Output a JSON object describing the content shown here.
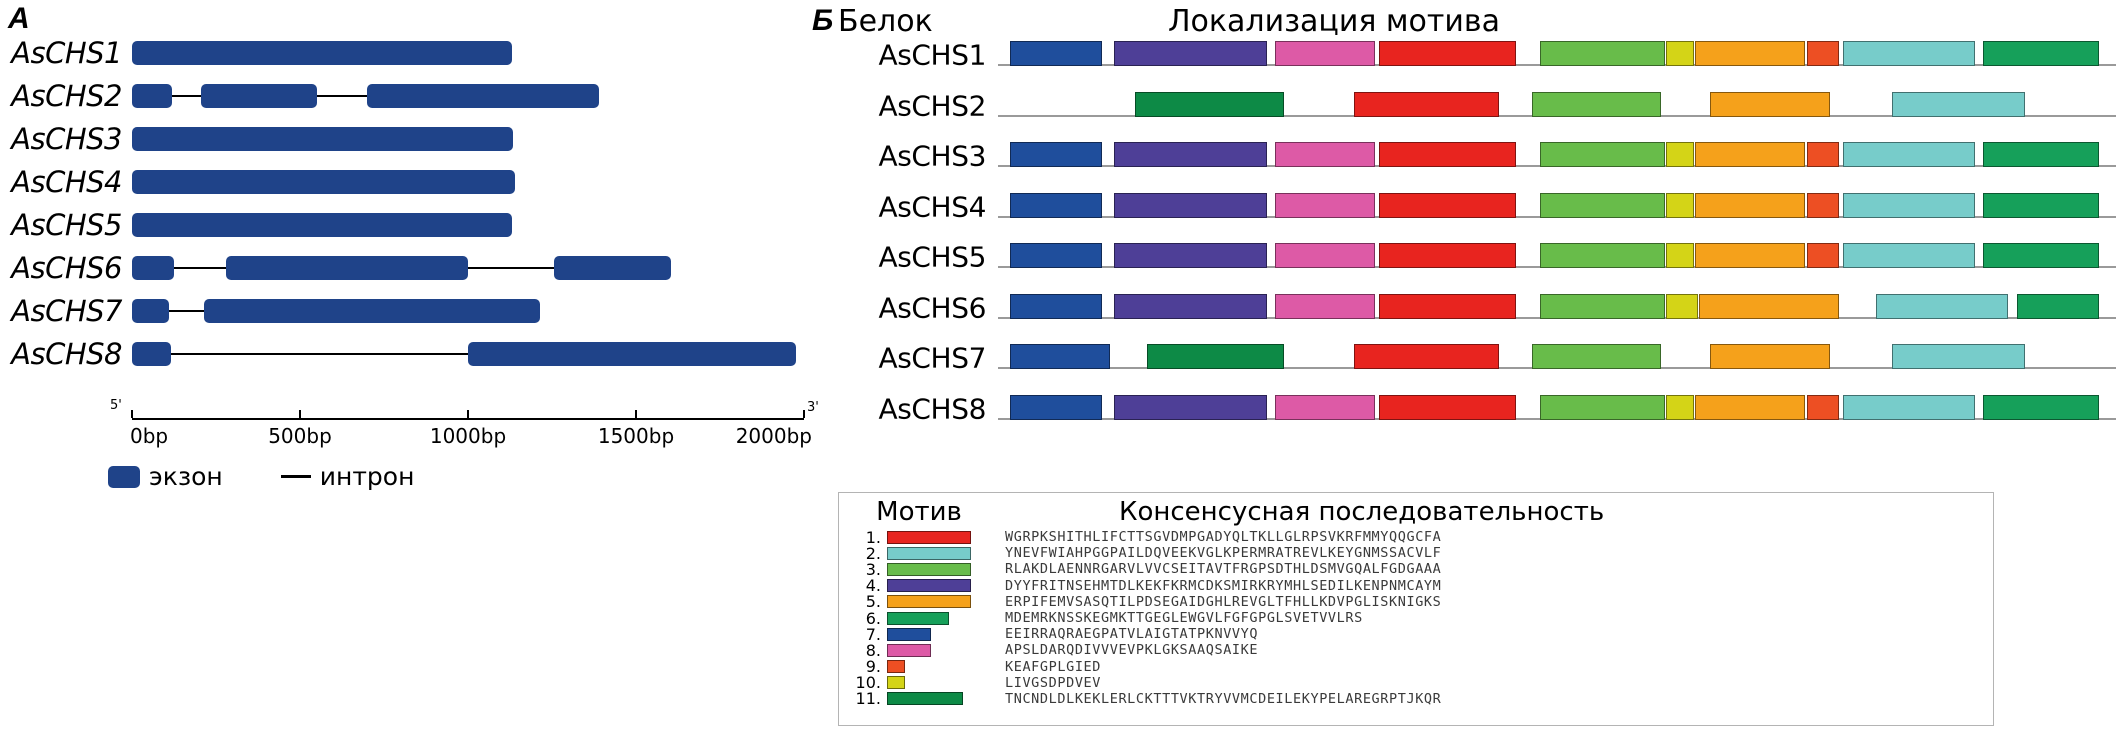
{
  "figure": {
    "panel_a_letter": "A",
    "panel_b_letter": "Б"
  },
  "panel_a": {
    "axis": {
      "unit": "bp",
      "min": 0,
      "max": 2000,
      "ticks": [
        0,
        500,
        1000,
        1500,
        2000
      ],
      "tick_labels": [
        "0bp",
        "500bp",
        "1000bp",
        "1500bp",
        "2000bp"
      ],
      "five_prime_label": "5'",
      "three_prime_label": "3'"
    },
    "legend": {
      "exon_label": "экзон",
      "intron_label": "интрон",
      "exon_color": "#1f4389",
      "intron_color": "#000000"
    },
    "genes": [
      {
        "name": "AsCHS1",
        "total_bp": 1130,
        "exons": [
          [
            0,
            1130
          ]
        ]
      },
      {
        "name": "AsCHS2",
        "total_bp": 1390,
        "exons": [
          [
            0,
            120
          ],
          [
            205,
            550
          ],
          [
            700,
            1390
          ]
        ]
      },
      {
        "name": "AsCHS3",
        "total_bp": 1135,
        "exons": [
          [
            0,
            1135
          ]
        ]
      },
      {
        "name": "AsCHS4",
        "total_bp": 1140,
        "exons": [
          [
            0,
            1140
          ]
        ]
      },
      {
        "name": "AsCHS5",
        "total_bp": 1130,
        "exons": [
          [
            0,
            1130
          ]
        ]
      },
      {
        "name": "AsCHS6",
        "total_bp": 1605,
        "exons": [
          [
            0,
            125
          ],
          [
            280,
            1000
          ],
          [
            1255,
            1605
          ]
        ]
      },
      {
        "name": "AsCHS7",
        "total_bp": 1215,
        "exons": [
          [
            0,
            110
          ],
          [
            215,
            1215
          ]
        ]
      },
      {
        "name": "AsCHS8",
        "total_bp": 1975,
        "exons": [
          [
            0,
            115
          ],
          [
            1000,
            1975
          ]
        ]
      }
    ]
  },
  "panel_b": {
    "header_protein": "Белок",
    "header_localization": "Локализация мотива",
    "scale_max": 100,
    "proteins": [
      {
        "name": "AsCHS1",
        "motifs": [
          {
            "id": 7,
            "start": 1.5,
            "end": 12.5
          },
          {
            "id": 4,
            "start": 14.0,
            "end": 32.5
          },
          {
            "id": 8,
            "start": 33.5,
            "end": 45.5
          },
          {
            "id": 1,
            "start": 46.0,
            "end": 62.5
          },
          {
            "id": 3,
            "start": 65.5,
            "end": 80.5
          },
          {
            "id": 10,
            "start": 80.7,
            "end": 84.0
          },
          {
            "id": 5,
            "start": 84.2,
            "end": 97.5
          },
          {
            "id": 9,
            "start": 97.7,
            "end": 101.5
          },
          {
            "id": 2,
            "start": 102.0,
            "end": 118.0
          },
          {
            "id": 6,
            "start": 119.0,
            "end": 133.0
          }
        ]
      },
      {
        "name": "AsCHS2",
        "motifs": [
          {
            "id": 11,
            "start": 16.5,
            "end": 34.5
          },
          {
            "id": 1,
            "start": 43.0,
            "end": 60.5
          },
          {
            "id": 3,
            "start": 64.5,
            "end": 80.0
          },
          {
            "id": 5,
            "start": 86.0,
            "end": 100.5
          },
          {
            "id": 2,
            "start": 108.0,
            "end": 124.0
          }
        ]
      },
      {
        "name": "AsCHS3",
        "motifs": [
          {
            "id": 7,
            "start": 1.5,
            "end": 12.5
          },
          {
            "id": 4,
            "start": 14.0,
            "end": 32.5
          },
          {
            "id": 8,
            "start": 33.5,
            "end": 45.5
          },
          {
            "id": 1,
            "start": 46.0,
            "end": 62.5
          },
          {
            "id": 3,
            "start": 65.5,
            "end": 80.5
          },
          {
            "id": 10,
            "start": 80.7,
            "end": 84.0
          },
          {
            "id": 5,
            "start": 84.2,
            "end": 97.5
          },
          {
            "id": 9,
            "start": 97.7,
            "end": 101.5
          },
          {
            "id": 2,
            "start": 102.0,
            "end": 118.0
          },
          {
            "id": 6,
            "start": 119.0,
            "end": 133.0
          }
        ]
      },
      {
        "name": "AsCHS4",
        "motifs": [
          {
            "id": 7,
            "start": 1.5,
            "end": 12.5
          },
          {
            "id": 4,
            "start": 14.0,
            "end": 32.5
          },
          {
            "id": 8,
            "start": 33.5,
            "end": 45.5
          },
          {
            "id": 1,
            "start": 46.0,
            "end": 62.5
          },
          {
            "id": 3,
            "start": 65.5,
            "end": 80.5
          },
          {
            "id": 10,
            "start": 80.7,
            "end": 84.0
          },
          {
            "id": 5,
            "start": 84.2,
            "end": 97.5
          },
          {
            "id": 9,
            "start": 97.7,
            "end": 101.5
          },
          {
            "id": 2,
            "start": 102.0,
            "end": 118.0
          },
          {
            "id": 6,
            "start": 119.0,
            "end": 133.0
          }
        ]
      },
      {
        "name": "AsCHS5",
        "motifs": [
          {
            "id": 7,
            "start": 1.5,
            "end": 12.5
          },
          {
            "id": 4,
            "start": 14.0,
            "end": 32.5
          },
          {
            "id": 8,
            "start": 33.5,
            "end": 45.5
          },
          {
            "id": 1,
            "start": 46.0,
            "end": 62.5
          },
          {
            "id": 3,
            "start": 65.5,
            "end": 80.5
          },
          {
            "id": 10,
            "start": 80.7,
            "end": 84.0
          },
          {
            "id": 5,
            "start": 84.2,
            "end": 97.5
          },
          {
            "id": 9,
            "start": 97.7,
            "end": 101.5
          },
          {
            "id": 2,
            "start": 102.0,
            "end": 118.0
          },
          {
            "id": 6,
            "start": 119.0,
            "end": 133.0
          }
        ]
      },
      {
        "name": "AsCHS6",
        "motifs": [
          {
            "id": 7,
            "start": 1.5,
            "end": 12.5
          },
          {
            "id": 4,
            "start": 14.0,
            "end": 32.5
          },
          {
            "id": 8,
            "start": 33.5,
            "end": 45.5
          },
          {
            "id": 1,
            "start": 46.0,
            "end": 62.5
          },
          {
            "id": 3,
            "start": 65.5,
            "end": 80.5
          },
          {
            "id": 10,
            "start": 80.7,
            "end": 84.5
          },
          {
            "id": 5,
            "start": 84.7,
            "end": 101.5
          },
          {
            "id": 2,
            "start": 106.0,
            "end": 122.0
          },
          {
            "id": 6,
            "start": 123.0,
            "end": 133.0
          }
        ]
      },
      {
        "name": "AsCHS7",
        "motifs": [
          {
            "id": 7,
            "start": 1.5,
            "end": 13.5
          },
          {
            "id": 11,
            "start": 18.0,
            "end": 34.5
          },
          {
            "id": 1,
            "start": 43.0,
            "end": 60.5
          },
          {
            "id": 3,
            "start": 64.5,
            "end": 80.0
          },
          {
            "id": 5,
            "start": 86.0,
            "end": 100.5
          },
          {
            "id": 2,
            "start": 108.0,
            "end": 124.0
          }
        ]
      },
      {
        "name": "AsCHS8",
        "motifs": [
          {
            "id": 7,
            "start": 1.5,
            "end": 12.5
          },
          {
            "id": 4,
            "start": 14.0,
            "end": 32.5
          },
          {
            "id": 8,
            "start": 33.5,
            "end": 45.5
          },
          {
            "id": 1,
            "start": 46.0,
            "end": 62.5
          },
          {
            "id": 3,
            "start": 65.5,
            "end": 80.5
          },
          {
            "id": 10,
            "start": 80.7,
            "end": 84.0
          },
          {
            "id": 5,
            "start": 84.2,
            "end": 97.5
          },
          {
            "id": 9,
            "start": 97.7,
            "end": 101.5
          },
          {
            "id": 2,
            "start": 102.0,
            "end": 118.0
          },
          {
            "id": 6,
            "start": 119.0,
            "end": 133.0
          }
        ]
      }
    ]
  },
  "motif_legend": {
    "header_motif": "Мотив",
    "header_consensus": "Консенсусная последовательность",
    "rows": [
      {
        "num": "1.",
        "color": "#e8241f",
        "width": 84,
        "sequence": "WGRPKSHITHLIFCTTSGVDMPGADYQLTKLLGLRPSVKRFMMYQQGCFA"
      },
      {
        "num": "2.",
        "color": "#77ccca",
        "width": 84,
        "sequence": "YNEVFWIAHPGGPAILDQVEEKVGLKPERMRATREVLKEYGNMSSACVLF"
      },
      {
        "num": "3.",
        "color": "#68bc4a",
        "width": 84,
        "sequence": "RLAKDLAENNRGARVLVVCSEITAVTFRGPSDTHLDSMVGQALFGDGAAA"
      },
      {
        "num": "4.",
        "color": "#4e3f97",
        "width": 84,
        "sequence": "DYYFRITNSEHMTDLKEKFKRMCDKSMIRKRYMHLSEDILKENPNMCAYM"
      },
      {
        "num": "5.",
        "color": "#f5a11b",
        "width": 84,
        "sequence": "ERPIFEMVSASQTILPDSEGAIDGHLREVGLTFHLLKDVPGLISKNIGKS"
      },
      {
        "num": "6.",
        "color": "#16a05a",
        "width": 62,
        "sequence": "MDEMRKNSSKEGMKTTGEGLEWGVLFGFGPGLSVETVVLRS"
      },
      {
        "num": "7.",
        "color": "#1f4e9c",
        "width": 44,
        "sequence": "EEIRRAQRAEGPATVLAIGTATPKNVVYQ"
      },
      {
        "num": "8.",
        "color": "#dd5aa6",
        "width": 44,
        "sequence": "APSLDARQDIVVVEVPKLGKSAAQSAIKE"
      },
      {
        "num": "9.",
        "color": "#ed4f23",
        "width": 18,
        "sequence": "KEAFGPLGIED"
      },
      {
        "num": "10.",
        "color": "#d4d417",
        "width": 18,
        "sequence": "LIVGSDPDVEV"
      },
      {
        "num": "11.",
        "color": "#0d8a46",
        "width": 76,
        "sequence": "TNCNDLDLKEKLERLCKTTTVKTRYVVMCDEILEKYPELAREGRPTJKQR"
      }
    ]
  }
}
